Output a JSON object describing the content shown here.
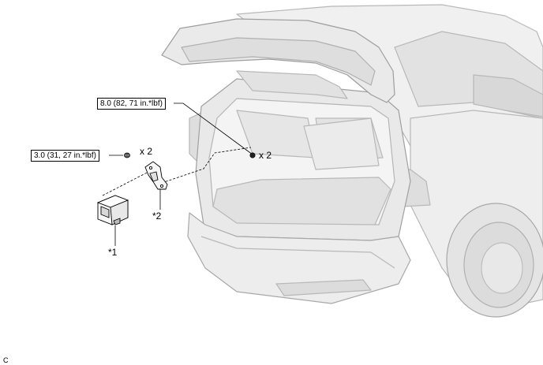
{
  "figure": {
    "code": "C",
    "vehicle": "vehicle-rear-with-open-back-door",
    "torque_callouts": [
      {
        "label": "8.0 (82, 71 in.*lbf)",
        "quantity": "x 2"
      },
      {
        "label": "3.0 (31, 27 in.*lbf)",
        "quantity": "x 2"
      }
    ],
    "parts": [
      {
        "label": "*1"
      },
      {
        "label": "*2"
      }
    ],
    "colors": {
      "line": "#000000",
      "vehicle_shade": "#e6e6e6",
      "vehicle_outline": "#b5b5b5"
    }
  }
}
